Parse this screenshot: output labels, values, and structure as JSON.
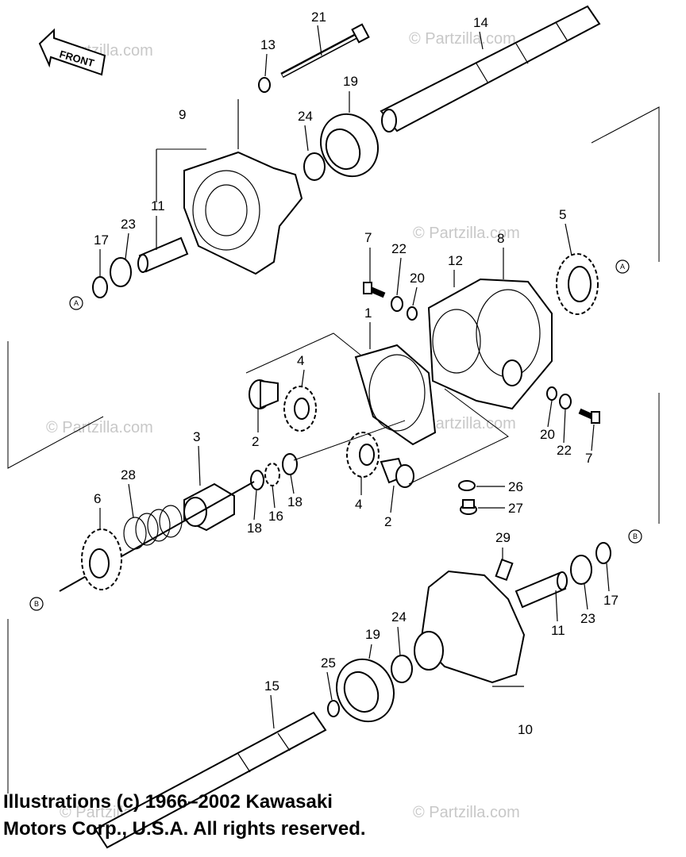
{
  "front_label": "FRONT",
  "watermarks": [
    "© Partzilla.com",
    "© Partzilla.com",
    "© Partzilla.com",
    "© Partzilla.com",
    "© Partzilla.com",
    "© Partzilla.com",
    "© Partzilla.com"
  ],
  "copyright_line1": "Illustrations (c) 1966–2002 Kawasaki",
  "copyright_line2": "Motors Corp., U.S.A.  All rights reserved.",
  "reference_markers": [
    "A",
    "A",
    "B",
    "B"
  ],
  "callouts": [
    {
      "label": "21"
    },
    {
      "label": "14"
    },
    {
      "label": "13"
    },
    {
      "label": "19"
    },
    {
      "label": "9"
    },
    {
      "label": "24"
    },
    {
      "label": "11"
    },
    {
      "label": "23"
    },
    {
      "label": "17"
    },
    {
      "label": "5"
    },
    {
      "label": "7"
    },
    {
      "label": "22"
    },
    {
      "label": "20"
    },
    {
      "label": "12"
    },
    {
      "label": "8"
    },
    {
      "label": "1"
    },
    {
      "label": "4"
    },
    {
      "label": "2"
    },
    {
      "label": "20"
    },
    {
      "label": "22"
    },
    {
      "label": "7"
    },
    {
      "label": "3"
    },
    {
      "label": "28"
    },
    {
      "label": "6"
    },
    {
      "label": "18"
    },
    {
      "label": "16"
    },
    {
      "label": "18"
    },
    {
      "label": "4"
    },
    {
      "label": "2"
    },
    {
      "label": "26"
    },
    {
      "label": "27"
    },
    {
      "label": "29"
    },
    {
      "label": "11"
    },
    {
      "label": "23"
    },
    {
      "label": "17"
    },
    {
      "label": "24"
    },
    {
      "label": "19"
    },
    {
      "label": "25"
    },
    {
      "label": "15"
    },
    {
      "label": "10"
    }
  ]
}
